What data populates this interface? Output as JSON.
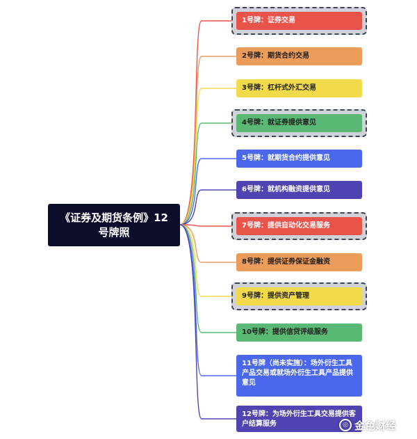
{
  "root": {
    "label": "《证券及期货条例》12号牌照"
  },
  "licenses": [
    {
      "text": "1号牌：证券交易",
      "color": "#e8534a",
      "text_color": "#ffffff",
      "line_color": "#e8534a",
      "highlighted": true
    },
    {
      "text": "2号牌：期货合约交易",
      "color": "#eb9c5b",
      "text_color": "#1f1f1f",
      "line_color": "#eb9c5b",
      "highlighted": false
    },
    {
      "text": "3号牌：杠杆式外汇交易",
      "color": "#f2da4a",
      "text_color": "#1f1f1f",
      "line_color": "#f2da4a",
      "highlighted": false
    },
    {
      "text": "4号牌：就证券提供意见",
      "color": "#59b873",
      "text_color": "#1f1f1f",
      "line_color": "#59b873",
      "highlighted": true
    },
    {
      "text": "5号牌：就期货合约提供意见",
      "color": "#4b68ed",
      "text_color": "#ffffff",
      "line_color": "#4b68ed",
      "highlighted": false
    },
    {
      "text": "6号牌：就机构融资提供意见",
      "color": "#4f44b1",
      "text_color": "#ffffff",
      "line_color": "#4f44b1",
      "highlighted": false
    },
    {
      "text": "7号牌：提供自动化交易服务",
      "color": "#e8534a",
      "text_color": "#ffffff",
      "line_color": "#e8534a",
      "highlighted": true
    },
    {
      "text": "8号牌：提供证券保证金融资",
      "color": "#eb9c5b",
      "text_color": "#1f1f1f",
      "line_color": "#eb9c5b",
      "highlighted": false
    },
    {
      "text": "9号牌：提供资产管理",
      "color": "#f2da4a",
      "text_color": "#1f1f1f",
      "line_color": "#f2da4a",
      "highlighted": true
    },
    {
      "text": "10号牌：提供信贷评级服务",
      "color": "#59b873",
      "text_color": "#1f1f1f",
      "line_color": "#59b873",
      "highlighted": false
    },
    {
      "text": "11号牌（尚未实施）：场外衍生工具产品交易或就场外衍生工具产品提供意见",
      "color": "#4b68ed",
      "text_color": "#ffffff",
      "line_color": "#4b68ed",
      "highlighted": false
    },
    {
      "text": "12号牌：为场外衍生工具交易提供客户结算服务",
      "color": "#4f44b1",
      "text_color": "#ffffff",
      "line_color": "#4f44b1",
      "highlighted": false
    }
  ],
  "watermark": {
    "logo_glyph": "◎",
    "text": "金色财经"
  }
}
